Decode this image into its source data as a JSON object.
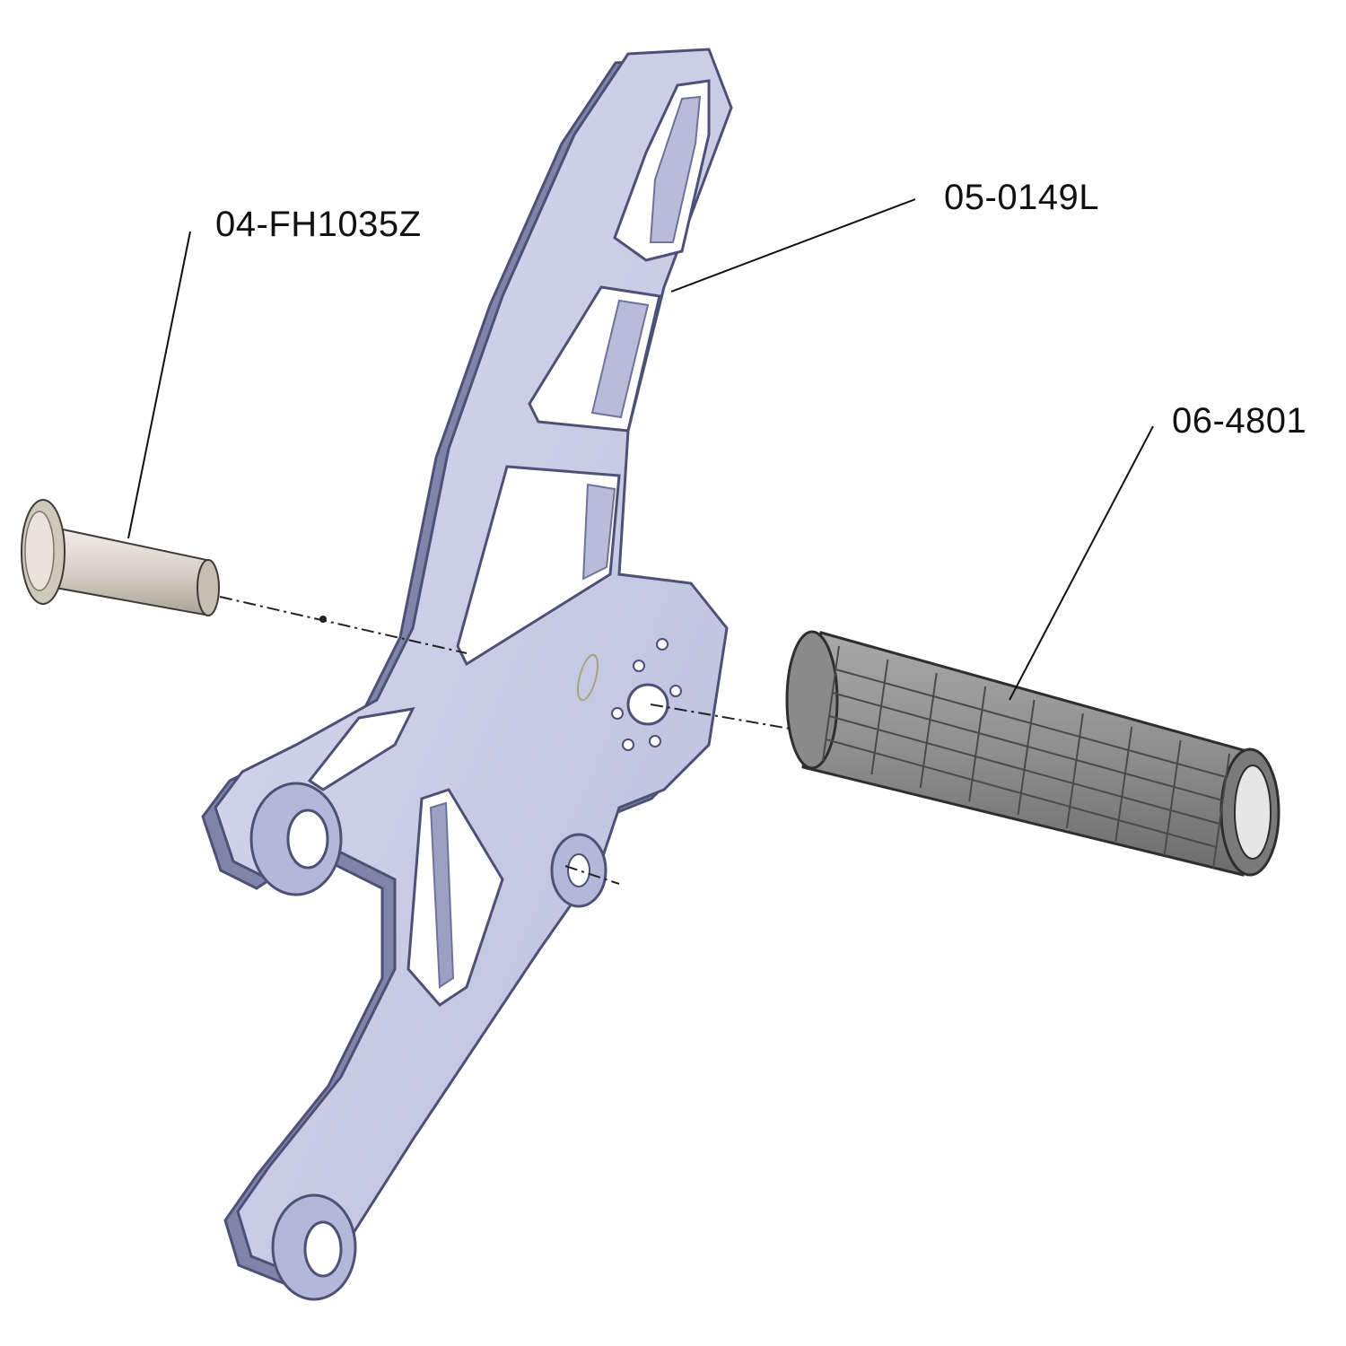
{
  "labels": {
    "bolt": "04-FH1035Z",
    "bracket": "05-0149L",
    "peg": "06-4801"
  },
  "colors": {
    "background": "#ffffff",
    "bracket_face": "#c9cde6",
    "bracket_edge": "#8d92b5",
    "bracket_dark": "#6e7399",
    "bolt": "#d9d4cc",
    "peg": "#9a9a9a",
    "peg_dark": "#6f6f6f",
    "line": "#111111"
  },
  "icons": {
    "bolt": "countersunk-bolt",
    "bracket": "rearset-bracket",
    "peg": "knurled-footpeg"
  }
}
